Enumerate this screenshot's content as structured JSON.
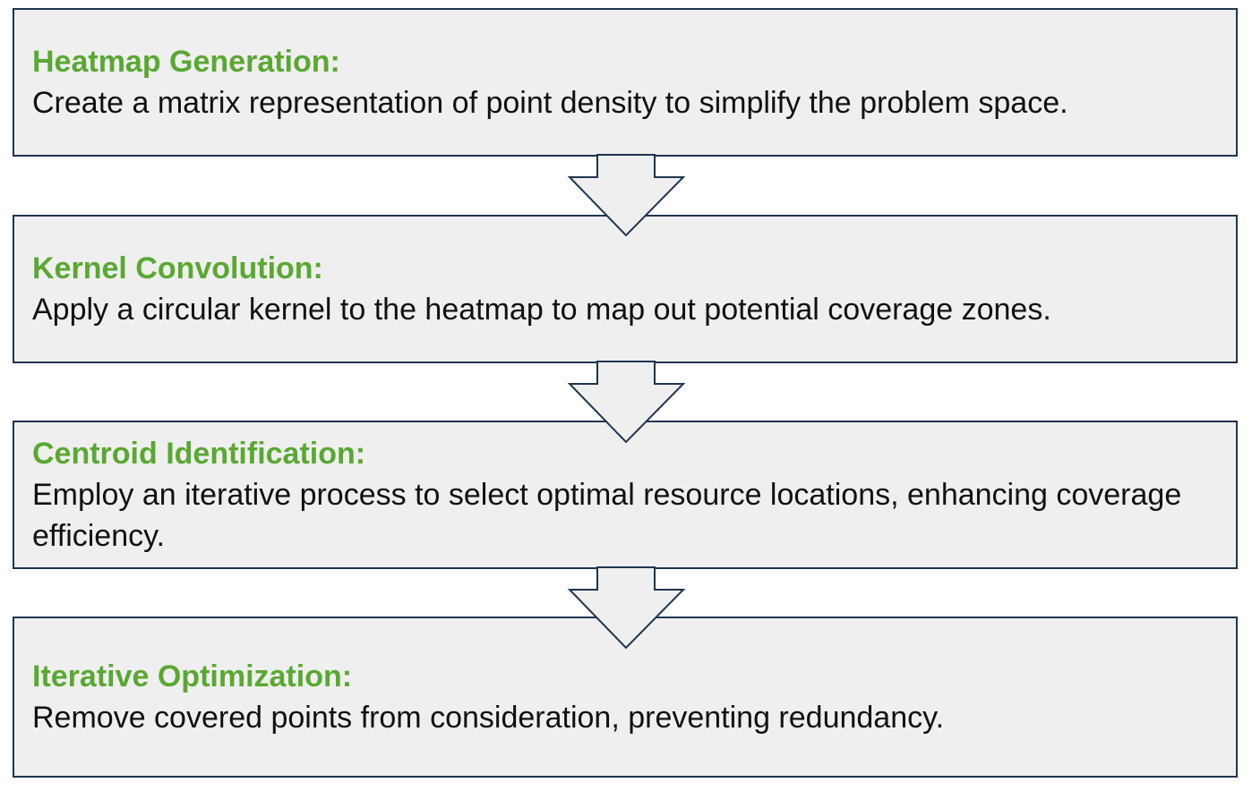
{
  "steps": [
    {
      "title": "Heatmap Generation:",
      "description": "Create a matrix representation of point density to simplify the problem space."
    },
    {
      "title": "Kernel Convolution:",
      "description": "Apply a circular kernel to the heatmap to map out potential coverage zones."
    },
    {
      "title": "Centroid Identification:",
      "description": "Employ an iterative process to select optimal resource locations, enhancing coverage efficiency."
    },
    {
      "title": "Iterative Optimization:",
      "description": "Remove covered points from consideration, preventing redundancy."
    }
  ],
  "colors": {
    "title": "#5aa832",
    "box_fill": "#efefef",
    "border": "#1f3550",
    "text": "#111111"
  }
}
